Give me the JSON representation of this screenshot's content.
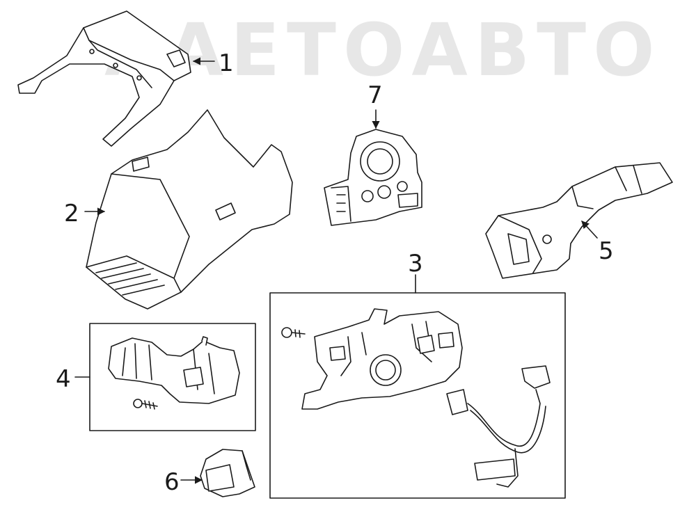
{
  "watermark": {
    "text": "ААЕТОАВТО"
  },
  "callouts": [
    {
      "id": "1",
      "label": "1"
    },
    {
      "id": "2",
      "label": "2"
    },
    {
      "id": "3",
      "label": "3"
    },
    {
      "id": "4",
      "label": "4"
    },
    {
      "id": "5",
      "label": "5"
    },
    {
      "id": "6",
      "label": "6"
    },
    {
      "id": "7",
      "label": "7"
    }
  ],
  "colors": {
    "line": "#1a1a1a",
    "fill": "#ffffff",
    "watermark": "#000000"
  }
}
